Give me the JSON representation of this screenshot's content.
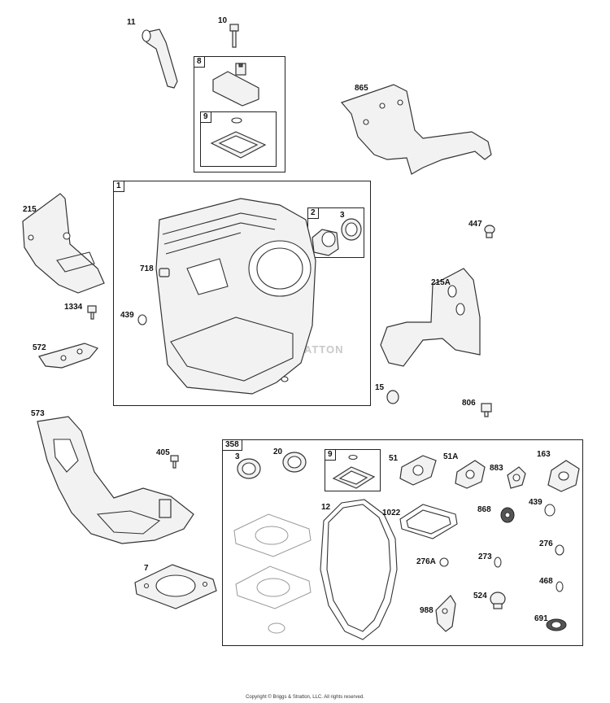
{
  "parts": [
    {
      "key": "p11",
      "label": "11"
    },
    {
      "key": "p10",
      "label": "10"
    },
    {
      "key": "p8",
      "label": "8"
    },
    {
      "key": "p9a",
      "label": "9"
    },
    {
      "key": "p865",
      "label": "865"
    },
    {
      "key": "p1",
      "label": "1"
    },
    {
      "key": "p2",
      "label": "2"
    },
    {
      "key": "p3a",
      "label": "3"
    },
    {
      "key": "p215",
      "label": "215"
    },
    {
      "key": "p447",
      "label": "447"
    },
    {
      "key": "p718",
      "label": "718"
    },
    {
      "key": "p215A",
      "label": "215A"
    },
    {
      "key": "p439a",
      "label": "439"
    },
    {
      "key": "p1334",
      "label": "1334"
    },
    {
      "key": "p572",
      "label": "572"
    },
    {
      "key": "p15",
      "label": "15"
    },
    {
      "key": "p806",
      "label": "806"
    },
    {
      "key": "p573",
      "label": "573"
    },
    {
      "key": "p358",
      "label": "358"
    },
    {
      "key": "p405",
      "label": "405"
    },
    {
      "key": "p3b",
      "label": "3"
    },
    {
      "key": "p20",
      "label": "20"
    },
    {
      "key": "p9b",
      "label": "9"
    },
    {
      "key": "p51",
      "label": "51"
    },
    {
      "key": "p51A",
      "label": "51A"
    },
    {
      "key": "p883",
      "label": "883"
    },
    {
      "key": "p163",
      "label": "163"
    },
    {
      "key": "p12",
      "label": "12"
    },
    {
      "key": "p1022",
      "label": "1022"
    },
    {
      "key": "p868",
      "label": "868"
    },
    {
      "key": "p439b",
      "label": "439"
    },
    {
      "key": "p276",
      "label": "276"
    },
    {
      "key": "p276A",
      "label": "276A"
    },
    {
      "key": "p273",
      "label": "273"
    },
    {
      "key": "p7",
      "label": "7"
    },
    {
      "key": "p468",
      "label": "468"
    },
    {
      "key": "p524",
      "label": "524"
    },
    {
      "key": "p988",
      "label": "988"
    },
    {
      "key": "p691",
      "label": "691"
    }
  ],
  "watermark": "BRIGGS & STRATTON",
  "copyright": "Copyright © Briggs & Stratton, LLC. All rights reserved.",
  "colors": {
    "line": "#333333",
    "fill": "#f2f2f2",
    "background": "#ffffff"
  }
}
